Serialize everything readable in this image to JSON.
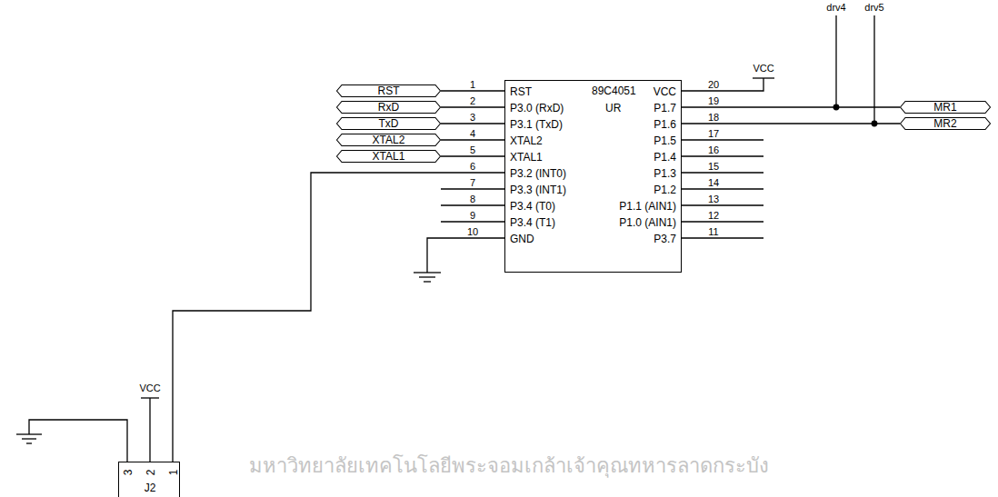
{
  "diagram": {
    "nodes": [
      {
        "text": [
          "RST"
        ]
      },
      {
        "text": [
          "RxD"
        ]
      },
      {
        "text": [
          "TxD"
        ]
      },
      {
        "text": [
          "XTAL2"
        ]
      },
      {
        "text": [
          "XTAL1"
        ]
      },
      {
        "text": [
          "89C4051",
          "UR",
          "RST",
          "P3.0 (RxD)",
          "P3.1 (TxD)",
          "XTAL2",
          "XTAL1",
          "P3.2 (INT0)",
          "P3.3 (INT1)",
          "P3.4 (T0)",
          "P3.4 (T1)",
          "GND",
          "VCC",
          "P1.7",
          "P1.6",
          "P1.5",
          "P1.4",
          "P1.3",
          "P1.2",
          "P1.1 (AIN1)",
          "P1.0 (AIN1)",
          "P3.7"
        ]
      },
      {
        "text": [
          "MR1"
        ]
      },
      {
        "text": [
          "MR2"
        ]
      },
      {
        "text": [
          "3",
          "2",
          "1",
          "J2"
        ]
      }
    ],
    "edges": [
      {
        "from": 0,
        "to": 5,
        "arrow": "none",
        "label": "1"
      },
      {
        "from": 1,
        "to": 5,
        "arrow": "none",
        "label": "2"
      },
      {
        "from": 2,
        "to": 5,
        "arrow": "none",
        "label": "3"
      },
      {
        "from": 3,
        "to": 5,
        "arrow": "none",
        "label": "4"
      },
      {
        "from": 4,
        "to": 5,
        "arrow": "none",
        "label": "5"
      },
      {
        "from": 8,
        "to": 5,
        "arrow": "none",
        "label": "6"
      },
      {
        "from": 5,
        "to": 6,
        "arrow": "none",
        "label": "19"
      },
      {
        "from": 5,
        "to": 7,
        "arrow": "none",
        "label": "18"
      }
    ],
    "labels": [
      "VCC",
      "drv4",
      "drv5",
      "7",
      "8",
      "9",
      "10",
      "20",
      "17",
      "16",
      "15",
      "14",
      "13",
      "12",
      "11",
      "VCC",
      "มหาวิทยาลัยเทคโนโลยีพระจอมเกล้าเจ้าคุณทหารลาดกระบัง"
    ]
  }
}
